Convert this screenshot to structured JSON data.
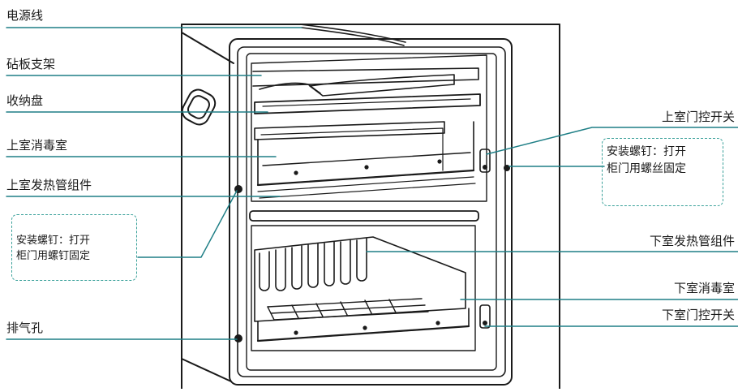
{
  "labels": {
    "power_cord": "电源线",
    "board_bracket": "砧板支架",
    "storage_tray": "收纳盘",
    "upper_chamber": "上室消毒室",
    "upper_heater": "上室发热管组件",
    "vent": "排气孔",
    "upper_door_switch": "上室门控开关",
    "lower_heater": "下室发热管组件",
    "lower_chamber": "下室消毒室",
    "lower_door_switch": "下室门控开关"
  },
  "notes": {
    "left": {
      "line1": "安装螺钉：打开",
      "line2": "柜门用螺钉固定"
    },
    "right": {
      "line1": "安装螺钉：打开",
      "line2": "柜门用螺丝固定"
    }
  },
  "colors": {
    "leader": "#1f7f86",
    "note_border": "#3aa19a",
    "outline": "#1a1a1a"
  }
}
